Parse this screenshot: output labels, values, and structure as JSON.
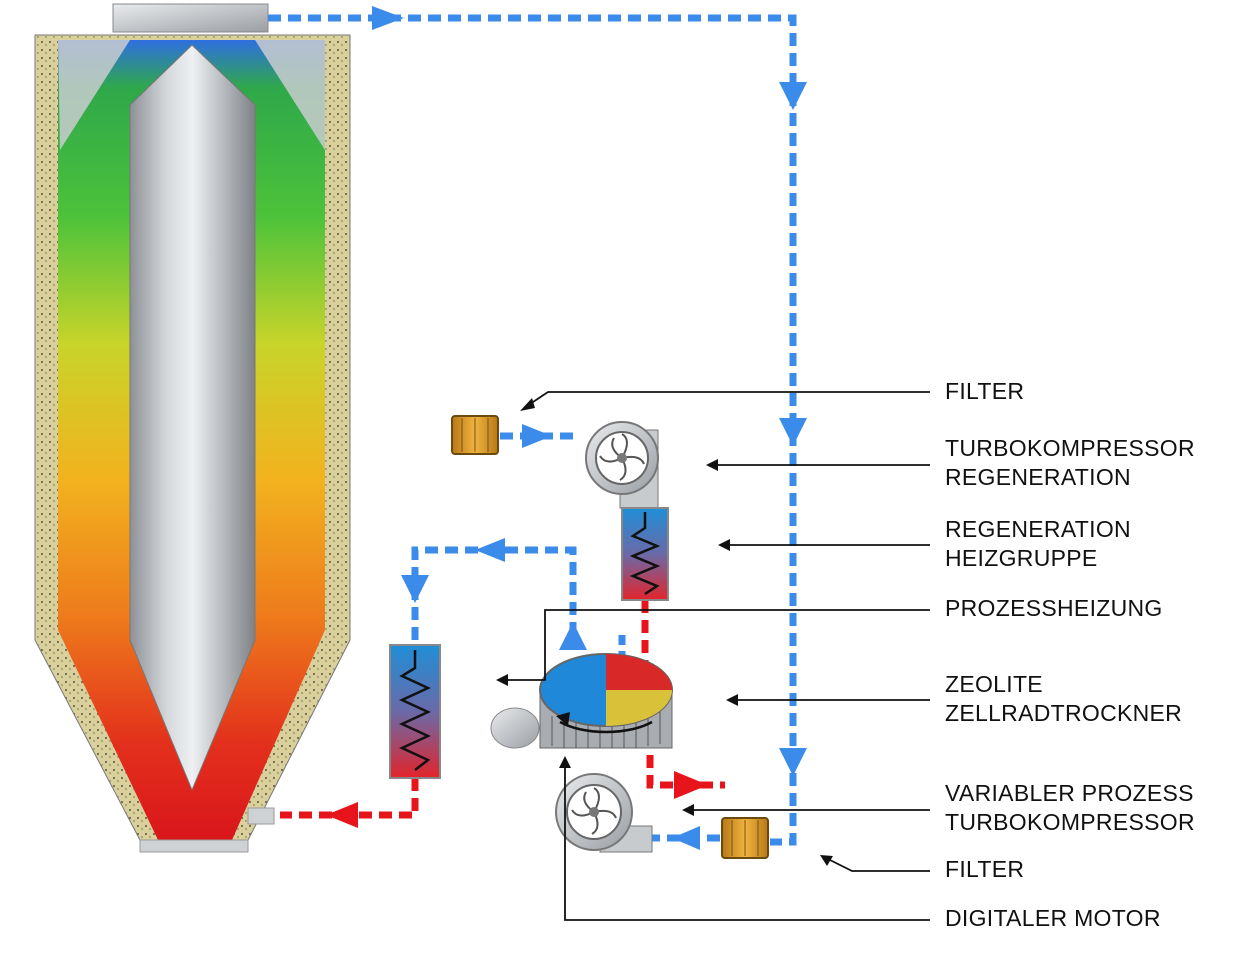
{
  "labels": {
    "filter_top": "FILTER",
    "turbo_regen_1": "TURBOKOMPRESSOR",
    "turbo_regen_2": "REGENERATION",
    "regen_heat_1": "REGENERATION",
    "regen_heat_2": "HEIZGRUPPE",
    "process_heating": "PROZESSHEIZUNG",
    "zeolite_1": "ZEOLITE",
    "zeolite_2": "ZELLRADTROCKNER",
    "variable_turbo_1": "VARIABLER PROZESS",
    "variable_turbo_2": "TURBOKOMPRESSOR",
    "filter_bottom": "FILTER",
    "digital_motor": "DIGITALER MOTOR"
  },
  "colors": {
    "blue_flow": "#3b8bea",
    "red_flow": "#e8141c",
    "insulation": "#d8cf9a",
    "steel": "#b9bdc2",
    "filter": "#e0a030",
    "zeolite_yellow": "#d9c23a"
  },
  "icons": [
    "fan-icon",
    "heater-coil-icon",
    "filter-cartridge-icon",
    "flow-arrow-icon",
    "motor-icon"
  ]
}
